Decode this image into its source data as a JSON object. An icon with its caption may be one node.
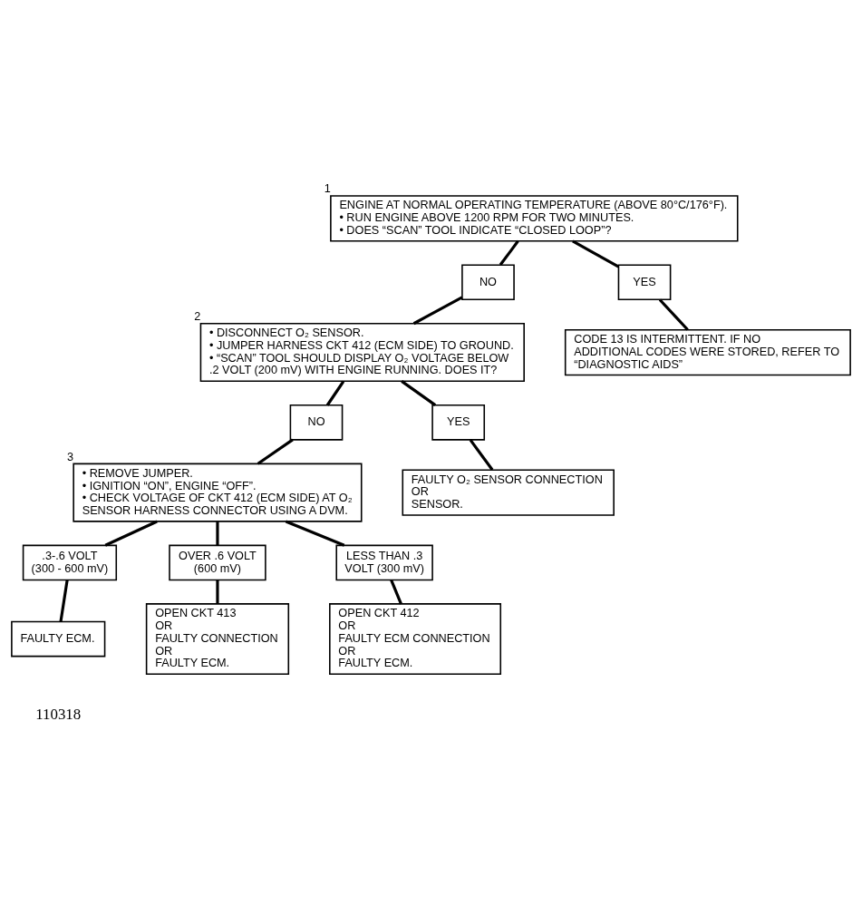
{
  "diagram": {
    "nodes": [
      {
        "text": [
          "ENGINE AT NORMAL OPERATING TEMPERATURE (ABOVE 80°C/176°F).",
          "• RUN ENGINE ABOVE 1200 RPM FOR TWO MINUTES.",
          "• DOES “SCAN” TOOL INDICATE “CLOSED LOOP”?"
        ],
        "beside": [
          "1"
        ]
      },
      {
        "text": [
          "NO"
        ]
      },
      {
        "text": [
          "YES"
        ]
      },
      {
        "text": [
          "• DISCONNECT O₂ SENSOR.",
          "• JUMPER HARNESS CKT 412 (ECM SIDE) TO GROUND.",
          "• “SCAN” TOOL SHOULD DISPLAY O₂ VOLTAGE BELOW .2 VOLT (200 mV) WITH ENGINE RUNNING. DOES IT?"
        ],
        "beside": [
          "2"
        ]
      },
      {
        "text": [
          "CODE 13 IS INTERMITTENT. IF NO ADDITIONAL CODES WERE STORED, REFER TO “DIAGNOSTIC AIDS”"
        ]
      },
      {
        "text": [
          "NO"
        ]
      },
      {
        "text": [
          "YES"
        ]
      },
      {
        "text": [
          "• REMOVE JUMPER.",
          "• IGNITION “ON”, ENGINE “OFF”.",
          "• CHECK VOLTAGE OF CKT 412 (ECM SIDE) AT O₂ SENSOR HARNESS CONNECTOR USING A DVM."
        ],
        "beside": [
          "3"
        ]
      },
      {
        "text": [
          "FAULTY O₂ SENSOR CONNECTION",
          "OR",
          "SENSOR."
        ]
      },
      {
        "text": [
          ".3-.6 VOLT (300 - 600 mV)"
        ]
      },
      {
        "text": [
          "OVER .6 VOLT (600 mV)"
        ]
      },
      {
        "text": [
          "LESS THAN .3 VOLT (300 mV)"
        ]
      },
      {
        "text": [
          "FAULTY ECM."
        ]
      },
      {
        "text": [
          "OPEN CKT 413",
          "OR",
          "FAULTY CONNECTION",
          "OR",
          "FAULTY ECM."
        ]
      },
      {
        "text": [
          "OPEN CKT 412",
          "OR",
          "FAULTY ECM CONNECTION",
          "OR",
          "FAULTY ECM."
        ]
      }
    ],
    "edges": [
      {
        "from": 0,
        "to": 1,
        "arrow": "none"
      },
      {
        "from": 0,
        "to": 2,
        "arrow": "none"
      },
      {
        "from": 1,
        "to": 3,
        "arrow": "none"
      },
      {
        "from": 2,
        "to": 4,
        "arrow": "none"
      },
      {
        "from": 3,
        "to": 5,
        "arrow": "none"
      },
      {
        "from": 3,
        "to": 6,
        "arrow": "none"
      },
      {
        "from": 5,
        "to": 7,
        "arrow": "none"
      },
      {
        "from": 6,
        "to": 8,
        "arrow": "none"
      },
      {
        "from": 7,
        "to": 9,
        "arrow": "none"
      },
      {
        "from": 7,
        "to": 10,
        "arrow": "none"
      },
      {
        "from": 7,
        "to": 11,
        "arrow": "none"
      },
      {
        "from": 9,
        "to": 12,
        "arrow": "none"
      },
      {
        "from": 10,
        "to": 13,
        "arrow": "none"
      },
      {
        "from": 11,
        "to": 14,
        "arrow": "none"
      }
    ],
    "labels": [
      "110318"
    ]
  }
}
